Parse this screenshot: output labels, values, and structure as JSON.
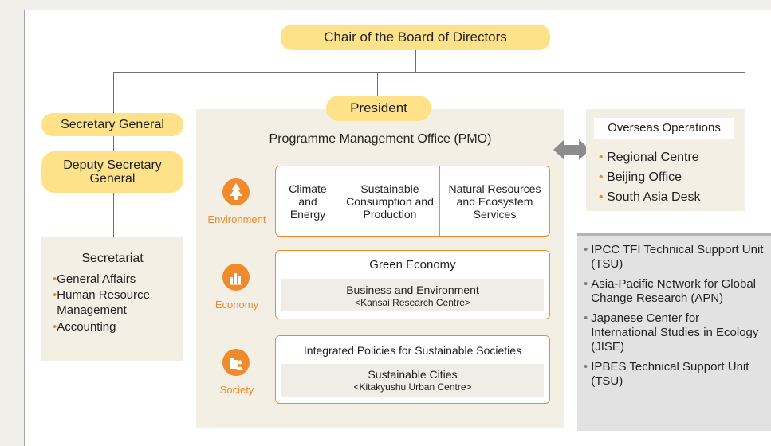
{
  "chair": "Chair of the Board of Directors",
  "president": "President",
  "secretary_general": "Secretary General",
  "deputy_secretary_general": "Deputy Secretary General",
  "secretariat": {
    "title": "Secretariat",
    "items": [
      "General Affairs",
      "Human Resource Management",
      "Accounting"
    ]
  },
  "pmo": {
    "title": "Programme Management Office (PMO)",
    "environment": {
      "label": "Environment",
      "units": [
        "Climate and Energy",
        "Sustainable Consumption and Production",
        "Natural Resources and Ecosystem Services"
      ]
    },
    "economy": {
      "label": "Economy",
      "unit": "Green Economy",
      "sub_title": "Business and Environment",
      "sub_note": "<Kansai Research Centre>"
    },
    "society": {
      "label": "Society",
      "unit": "Integrated Policies for Sustainable Societies",
      "sub_title": "Sustainable Cities",
      "sub_note": "<Kitakyushu Urban Centre>"
    }
  },
  "overseas": {
    "title": "Overseas Operations",
    "items": [
      "Regional Centre",
      "Beijing Office",
      "South Asia Desk"
    ]
  },
  "hosted": {
    "items": [
      "IPCC TFI Technical Support Unit (TSU)",
      "Asia-Pacific Network for Global Change Research (APN)",
      "Japanese Center for International Studies in Ecology (JISE)",
      "IPBES Technical Support Unit (TSU)"
    ]
  },
  "colors": {
    "accent": "#ef8b2c",
    "pill": "#fde28a",
    "beige": "#f4efe4",
    "grey_box": "#e2e2e2"
  },
  "icons": {
    "environment": "tree-icon",
    "economy": "bar-chart-icon",
    "society": "buildings-person-icon",
    "connector": "double-arrow-icon"
  }
}
